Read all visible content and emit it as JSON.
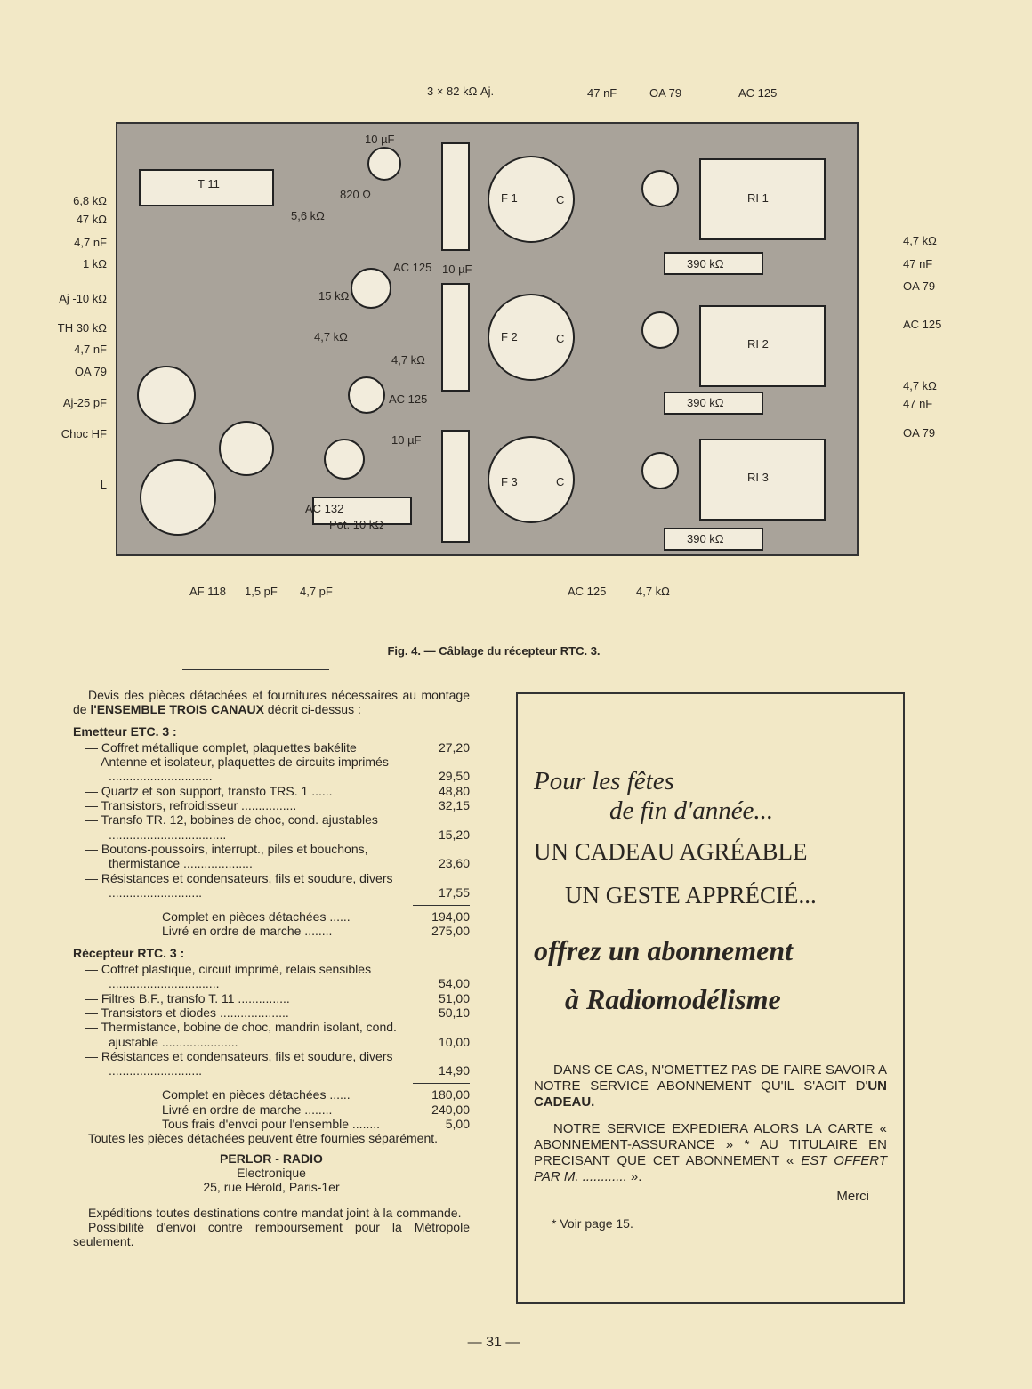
{
  "figure": {
    "top_labels": [
      "3 × 82 kΩ Aj.",
      "47 nF",
      "OA 79",
      "AC 125"
    ],
    "left_labels": [
      "6,8 kΩ",
      "47 kΩ",
      "4,7 nF",
      "1 kΩ",
      "Aj -10 kΩ",
      "TH 30 kΩ",
      "4,7 nF",
      "OA 79",
      "Aj-25 pF",
      "Choc HF",
      "L"
    ],
    "right_labels": [
      "4,7 kΩ",
      "47 nF",
      "OA 79",
      "AC 125",
      "4,7 kΩ",
      "47 nF",
      "OA 79"
    ],
    "bottom_labels": [
      "AF 118",
      "1,5 pF",
      "4,7 pF",
      "AC 125",
      "4,7 kΩ"
    ],
    "inner_labels": [
      "T 11",
      "10 µF",
      "820 Ω",
      "5,6 kΩ",
      "AC 125",
      "10 µF",
      "15 kΩ",
      "4,7 kΩ",
      "4,7 kΩ",
      "AC 125",
      "10 µF",
      "AC 132",
      "Pot. 10 kΩ",
      "F 1",
      "F 2",
      "F 3",
      "RI 1",
      "RI 2",
      "RI 3",
      "390 kΩ",
      "390 kΩ",
      "390 kΩ",
      "C",
      "C",
      "C"
    ],
    "caption": "Fig. 4. — Câblage du récepteur RTC. 3."
  },
  "quote": {
    "intro_1": "Devis des pièces détachées et fournitures nécessaires au montage de ",
    "intro_bold": "l'ENSEMBLE TROIS CANAUX",
    "intro_2": " décrit ci-dessus :",
    "emetteur": {
      "title": "Emetteur ETC. 3 :",
      "items": [
        {
          "text": "— Coffret métallique complet, plaquettes bakélite",
          "price": "27,20"
        },
        {
          "text": "— Antenne et isolateur, plaquettes de circuits imprimés ..............................",
          "price": "29,50"
        },
        {
          "text": "— Quartz et son support, transfo TRS. 1 ......",
          "price": "48,80"
        },
        {
          "text": "— Transistors, refroidisseur ................",
          "price": "32,15"
        },
        {
          "text": "— Transfo TR. 12, bobines de choc, cond. ajustables ..................................",
          "price": "15,20"
        },
        {
          "text": "— Boutons-poussoirs, interrupt., piles et bouchons, thermistance ....................",
          "price": "23,60"
        },
        {
          "text": "— Résistances et condensateurs, fils et soudure, divers ...........................",
          "price": "17,55"
        }
      ],
      "totals": [
        {
          "text": "Complet en pièces détachées ......",
          "price": "194,00"
        },
        {
          "text": "Livré en ordre de marche ........",
          "price": "275,00"
        }
      ]
    },
    "recepteur": {
      "title": "Récepteur RTC. 3 :",
      "items": [
        {
          "text": "— Coffret plastique, circuit imprimé, relais sensibles ................................",
          "price": "54,00"
        },
        {
          "text": "— Filtres B.F., transfo T. 11 ...............",
          "price": "51,00"
        },
        {
          "text": "— Transistors et diodes ....................",
          "price": "50,10"
        },
        {
          "text": "— Thermistance, bobine de choc, mandrin isolant, cond. ajustable ......................",
          "price": "10,00"
        },
        {
          "text": "— Résistances et condensateurs, fils et soudure, divers ...........................",
          "price": "14,90"
        }
      ],
      "totals": [
        {
          "text": "Complet en pièces détachées ......",
          "price": "180,00"
        },
        {
          "text": "Livré en ordre de marche ........",
          "price": "240,00"
        },
        {
          "text": "Tous frais d'envoi pour l'ensemble ........",
          "price": "5,00"
        }
      ]
    },
    "note": "Toutes les pièces détachées peuvent être fournies séparément.",
    "vendor": "PERLOR - RADIO",
    "vendor_sub": "Electronique",
    "address": "25, rue Hérold, Paris-1er",
    "shipping": "Expéditions toutes destinations contre mandat joint à la commande.",
    "cod": "Possibilité d'envoi contre remboursement pour la Métropole seulement."
  },
  "ad": {
    "line1": "Pour les fêtes",
    "line2": "de fin d'année...",
    "line3": "UN CADEAU AGRÉABLE",
    "line4": "UN GESTE APPRÉCIÉ...",
    "line5": "offrez un abonnement",
    "line6": "à Radiomodélisme",
    "para1": "DANS CE CAS, N'OMETTEZ PAS DE FAIRE SAVOIR A NOTRE SERVICE ABONNEMENT QU'IL S'AGIT D'",
    "para1_bold": "UN CADEAU.",
    "para2": "NOTRE SERVICE EXPEDIERA ALORS LA CARTE « ABONNEMENT-ASSURANCE » * AU TITULAIRE EN PRECISANT QUE CET ABONNEMENT « ",
    "para2_italic": "EST OFFERT PAR M. ............",
    "para2_end": " ».",
    "merci": "Merci",
    "footnote": "* Voir page 15."
  },
  "page_number": "— 31 —"
}
